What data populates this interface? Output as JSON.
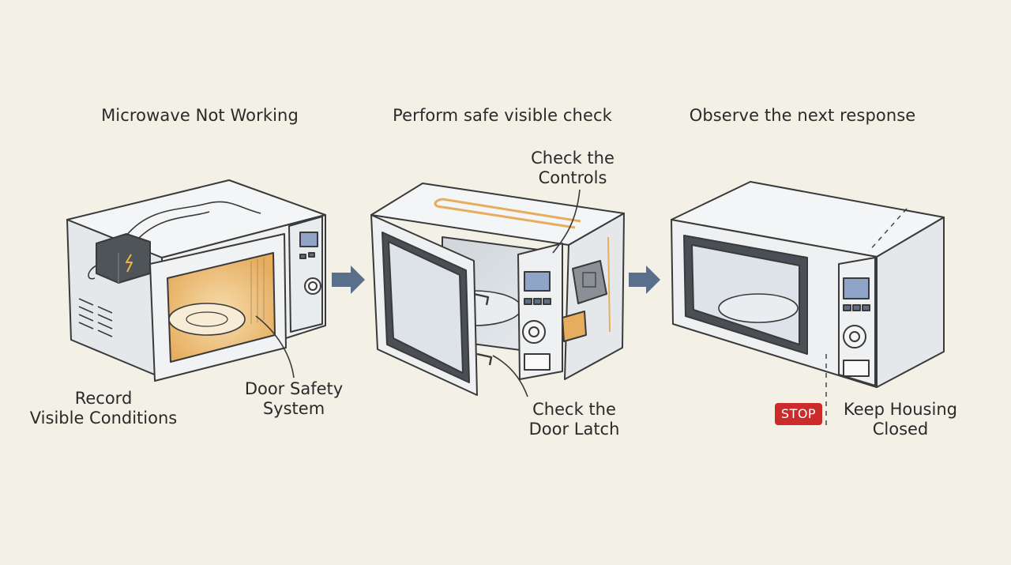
{
  "steps": [
    {
      "title": "Microwave Not Working"
    },
    {
      "title": "Perform safe visible check"
    },
    {
      "title": "Observe the next response"
    }
  ],
  "labels": {
    "record": [
      "Record",
      "Visible Conditions"
    ],
    "door_safety": [
      "Door Safety",
      "System"
    ],
    "check_controls": [
      "Check the",
      "Controls"
    ],
    "check_latch": [
      "Check the",
      "Door Latch"
    ],
    "keep_housing": [
      "Keep Housing",
      "Closed"
    ]
  },
  "stop_badge": "STOP",
  "colors": {
    "background": "#f3f0e6",
    "outline": "#3a3a3a",
    "body": "#eef0f1",
    "glow": "#e9b96a",
    "arrow": "#5a6f8c",
    "stop": "#cc2b2b"
  }
}
